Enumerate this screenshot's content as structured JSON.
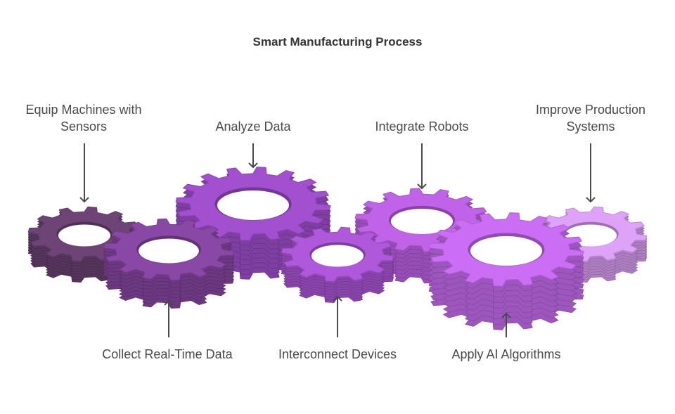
{
  "diagram": {
    "title": "Smart Manufacturing Process",
    "steps": [
      {
        "label": "Equip Machines with Sensors",
        "color": "#6e4477",
        "position": "top"
      },
      {
        "label": "Collect Real-Time Data",
        "color": "#8a48a6",
        "position": "bottom"
      },
      {
        "label": "Analyze Data",
        "color": "#a24fd0",
        "position": "top"
      },
      {
        "label": "Interconnect Devices",
        "color": "#b058dc",
        "position": "bottom"
      },
      {
        "label": "Integrate Robots",
        "color": "#c163e9",
        "position": "top"
      },
      {
        "label": "Apply AI Algorithms",
        "color": "#cb6ef5",
        "position": "bottom"
      },
      {
        "label": "Improve Production Systems",
        "color": "#dfa2f9",
        "position": "top"
      }
    ]
  }
}
